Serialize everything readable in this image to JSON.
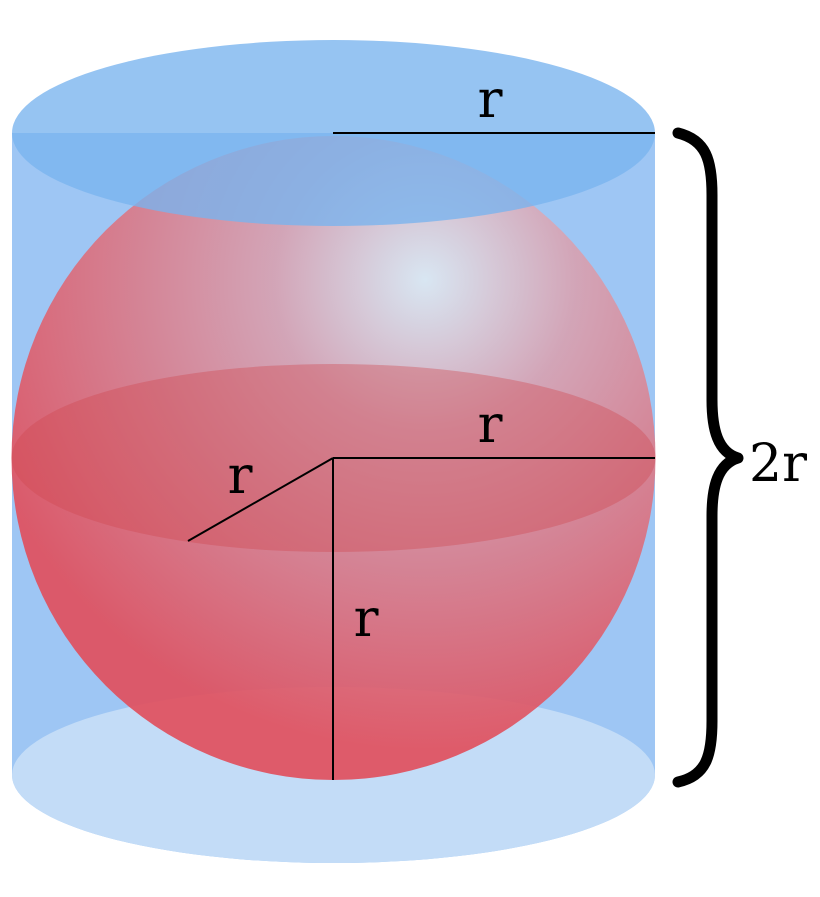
{
  "labels": {
    "top_radius": "r",
    "equator_radius": "r",
    "depth_radius": "r",
    "vertical_radius": "r",
    "height": "2r"
  },
  "colors": {
    "cylinder_fill": "#9ec6f4",
    "cylinder_top": "#78b4ee",
    "cylinder_bottom": "#c3dcf7",
    "sphere_highlight": "#dde9f2",
    "sphere_mid": "#d97d8c",
    "sphere_dark": "#e0505e",
    "equator_fill": "#cf4650",
    "line_color": "#000000"
  }
}
